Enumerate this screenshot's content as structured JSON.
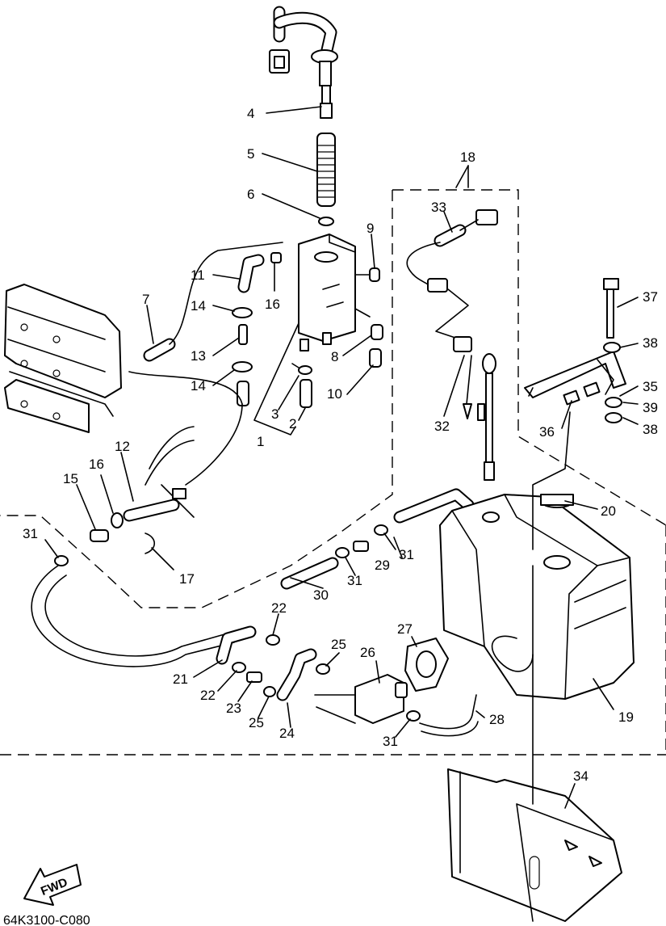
{
  "diagram": {
    "code": "64K3100-C080",
    "fwd_label": "FWD",
    "callouts": [
      {
        "id": "c1",
        "text": "1"
      },
      {
        "id": "c2",
        "text": "2"
      },
      {
        "id": "c3",
        "text": "3"
      },
      {
        "id": "c4",
        "text": "4"
      },
      {
        "id": "c5",
        "text": "5"
      },
      {
        "id": "c6",
        "text": "6"
      },
      {
        "id": "c7",
        "text": "7"
      },
      {
        "id": "c8",
        "text": "8"
      },
      {
        "id": "c9",
        "text": "9"
      },
      {
        "id": "c10",
        "text": "10"
      },
      {
        "id": "c11",
        "text": "11"
      },
      {
        "id": "c12",
        "text": "12"
      },
      {
        "id": "c13",
        "text": "13"
      },
      {
        "id": "c14a",
        "text": "14"
      },
      {
        "id": "c14b",
        "text": "14"
      },
      {
        "id": "c15",
        "text": "15"
      },
      {
        "id": "c16a",
        "text": "16"
      },
      {
        "id": "c16b",
        "text": "16"
      },
      {
        "id": "c17",
        "text": "17"
      },
      {
        "id": "c18",
        "text": "18"
      },
      {
        "id": "c19",
        "text": "19"
      },
      {
        "id": "c20",
        "text": "20"
      },
      {
        "id": "c21",
        "text": "21"
      },
      {
        "id": "c22a",
        "text": "22"
      },
      {
        "id": "c22b",
        "text": "22"
      },
      {
        "id": "c23",
        "text": "23"
      },
      {
        "id": "c24",
        "text": "24"
      },
      {
        "id": "c25a",
        "text": "25"
      },
      {
        "id": "c25b",
        "text": "25"
      },
      {
        "id": "c26",
        "text": "26"
      },
      {
        "id": "c27",
        "text": "27"
      },
      {
        "id": "c28",
        "text": "28"
      },
      {
        "id": "c29",
        "text": "29"
      },
      {
        "id": "c30",
        "text": "30"
      },
      {
        "id": "c31a",
        "text": "31"
      },
      {
        "id": "c31b",
        "text": "31"
      },
      {
        "id": "c31c",
        "text": "31"
      },
      {
        "id": "c31d",
        "text": "31"
      },
      {
        "id": "c32",
        "text": "32"
      },
      {
        "id": "c33",
        "text": "33"
      },
      {
        "id": "c34",
        "text": "34"
      },
      {
        "id": "c35",
        "text": "35"
      },
      {
        "id": "c36",
        "text": "36"
      },
      {
        "id": "c37",
        "text": "37"
      },
      {
        "id": "c38a",
        "text": "38"
      },
      {
        "id": "c38b",
        "text": "38"
      },
      {
        "id": "c39",
        "text": "39"
      }
    ]
  }
}
